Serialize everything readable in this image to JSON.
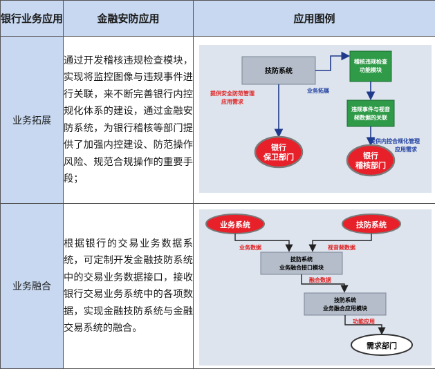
{
  "header": {
    "col1": "银行业务应用",
    "col2": "金融安防应用",
    "col3": "应用图例"
  },
  "rows": [
    {
      "category": "业务拓展",
      "description": "通过开发稽核违规检查模块，实现将监控图像与违规事件进行关联，来不断完善银行内控规化体系的建设，通过金融安防系统，为银行稽核等部门提供了加强内控建设、防范操作风险、规范合规操作的重要手段；",
      "diagram": {
        "box_main": "技防系统",
        "box_audit_1": "稽核违规检查",
        "box_audit_2": "功能模块",
        "box_link_1": "违规事件与视音",
        "box_link_2": "频数据的关联",
        "label_need_1": "提供安全防范管理",
        "label_need_2": "应用需求",
        "label_expand": "业务拓展",
        "label_provide_1": "提供内控合规化管理",
        "label_provide_2": "应用需求",
        "ellipse_guard_1": "银行",
        "ellipse_guard_2": "保卫部门",
        "ellipse_audit_1": "银行",
        "ellipse_audit_2": "稽核部门"
      }
    },
    {
      "category": "业务融合",
      "description": "根据银行的交易业务数据系统，可定制开发金融技防系统中的交易业务数据接口，接收银行交易业务系统中的各项数据，实现金融技防系统与金融交易系统的融合。",
      "diagram": {
        "ellipse_business": "业务系统",
        "ellipse_tech": "技防系统",
        "label_business_data": "业务数据",
        "label_av_data": "视音频数据",
        "box_interface_1": "技防系统",
        "box_interface_2": "业务融合接口模块",
        "label_fused": "融合数据",
        "box_app_1": "技防系统",
        "box_app_2": "业务融合应用模块",
        "label_function": "功能应用",
        "ellipse_demand": "需求部门"
      }
    }
  ],
  "colors": {
    "header_bg": "#c7d8f0",
    "diagram_bg": "#dde4ee",
    "box_gray": "#b4bdc9",
    "box_green": "#2f9a48",
    "ellipse_red": "#e8202a",
    "label_red": "#e02020",
    "label_blue": "#2040a0"
  }
}
